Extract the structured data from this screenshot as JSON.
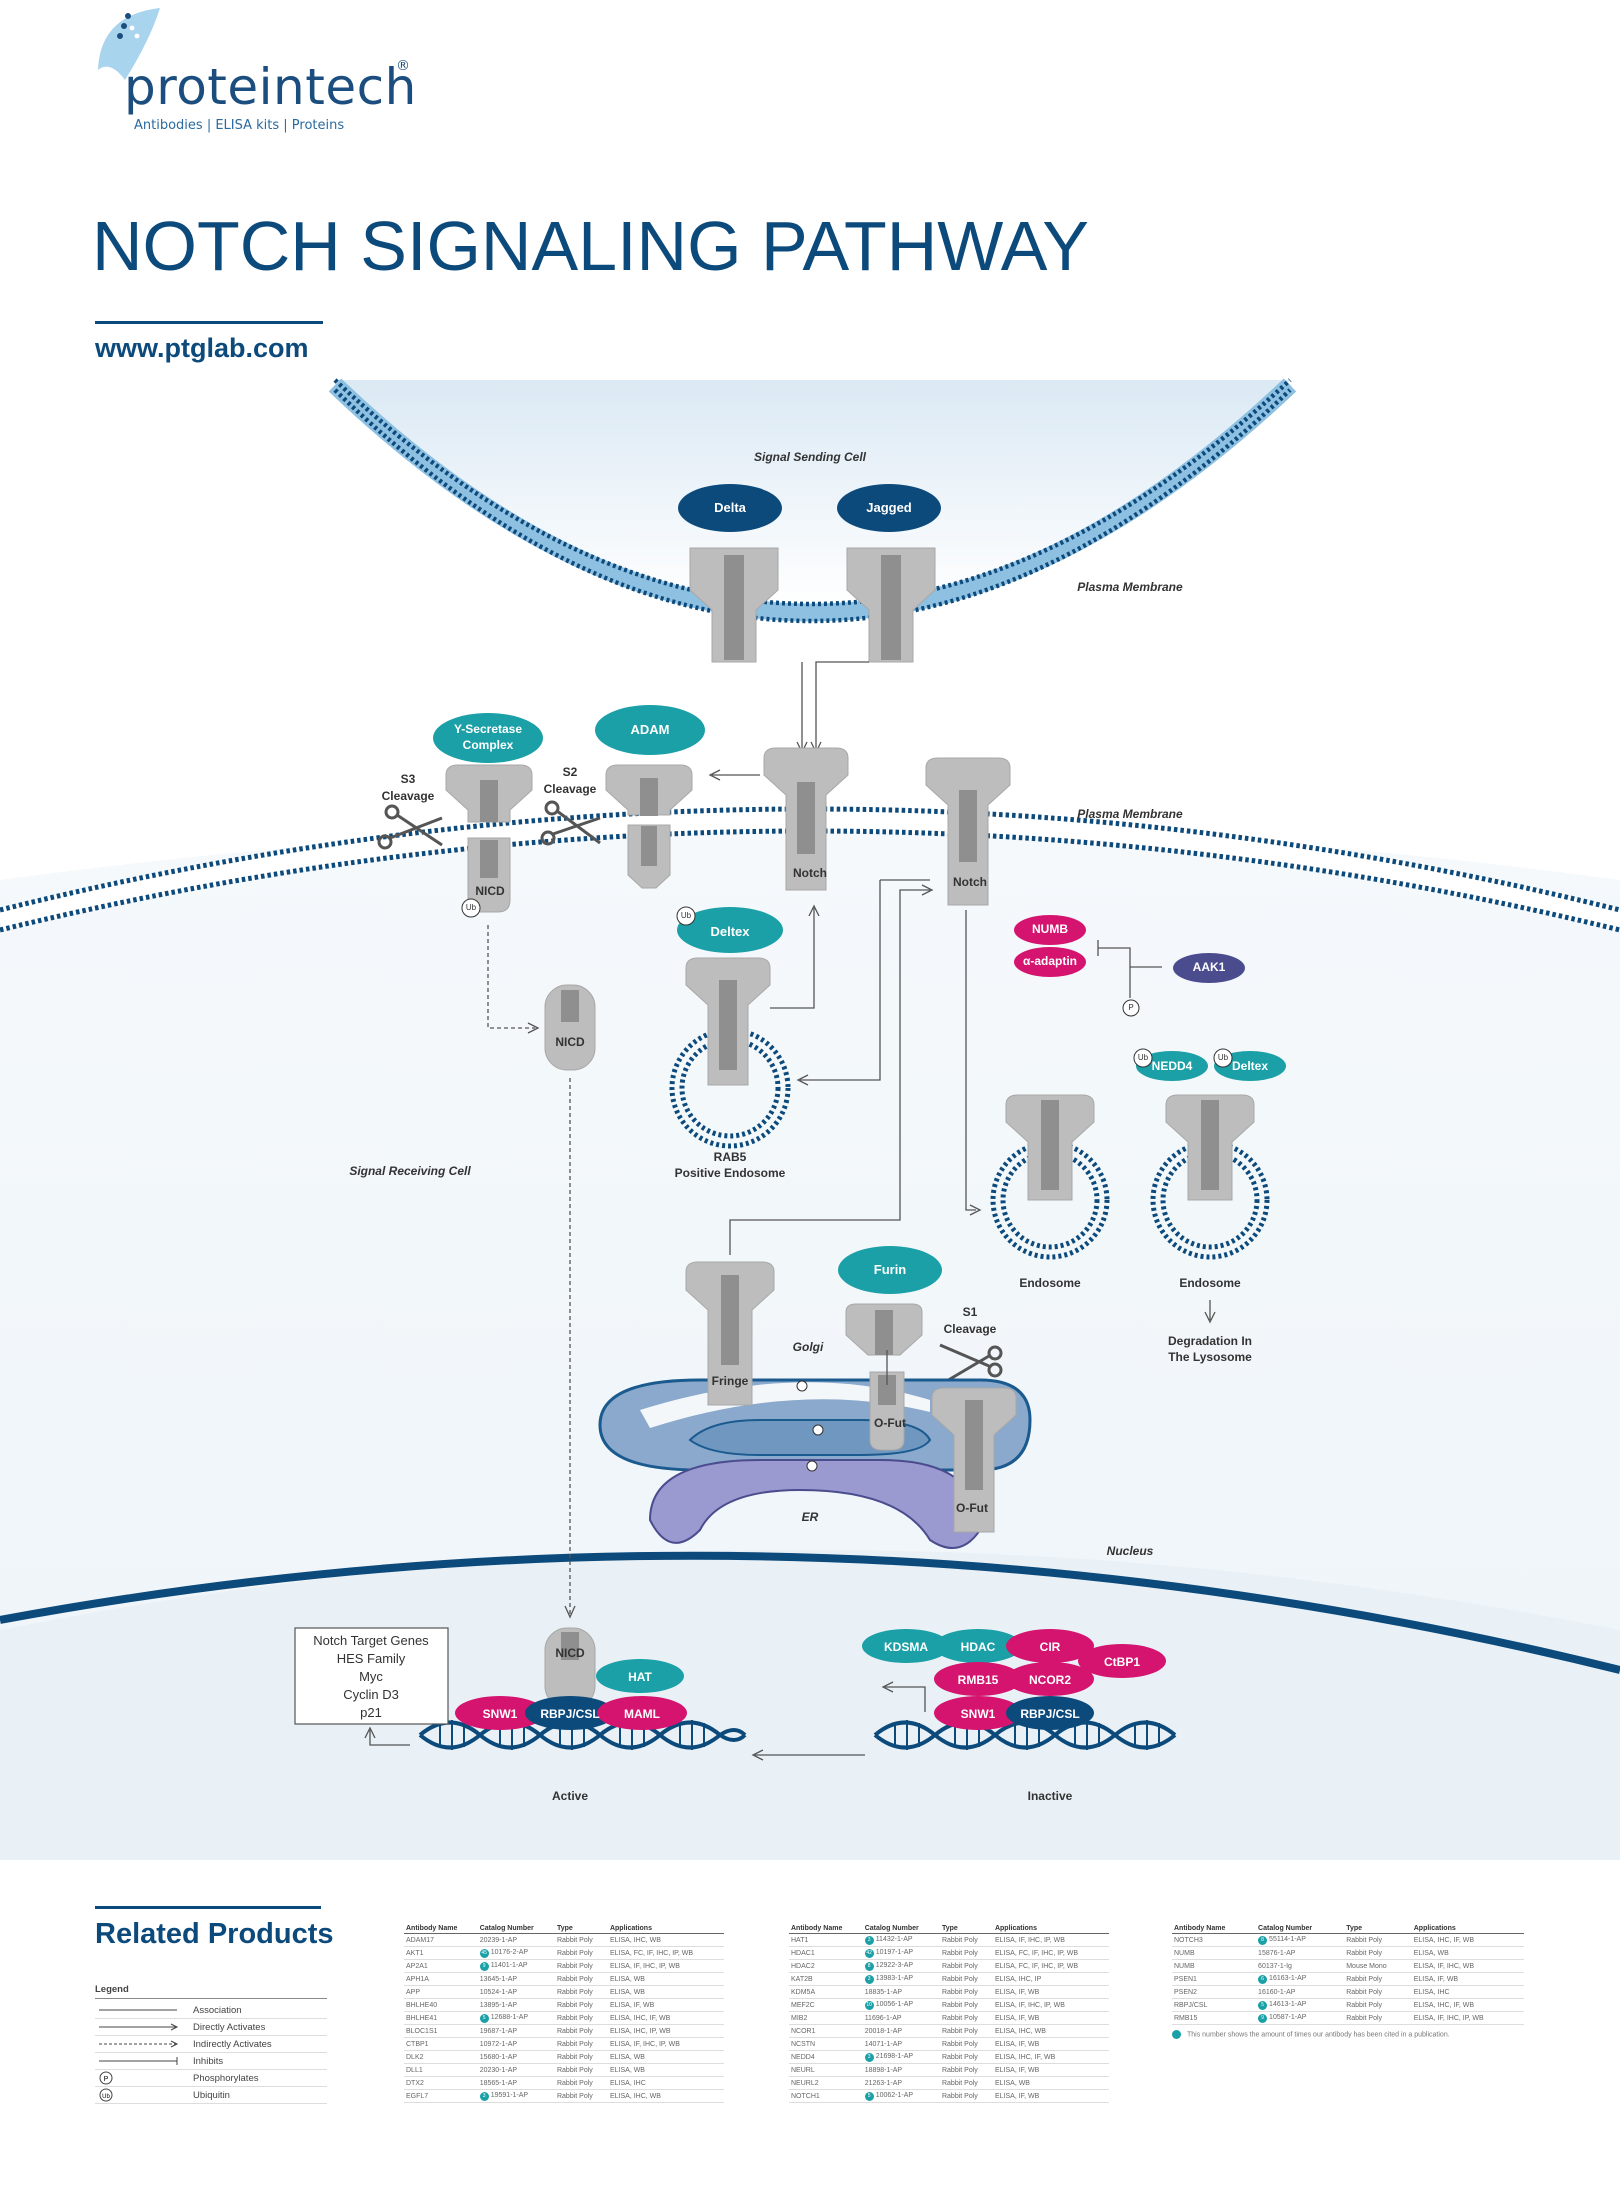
{
  "brand": {
    "name": "proteintech",
    "registered": "®",
    "tagline": "Antibodies  |  ELISA kits  |  Proteins"
  },
  "title": "NOTCH SIGNALING PATHWAY",
  "website": "www.ptglab.com",
  "colors": {
    "navy": "#0d4a7c",
    "teal": "#1aa0a6",
    "magenta": "#d4146e",
    "purple": "#4a4c8e",
    "gray": "#bdbdbd",
    "background_cell": "#f4f9fc"
  },
  "diagram": {
    "regions": {
      "sending_cell": "Signal Sending Cell",
      "membrane_top": "Plasma Membrane",
      "membrane_mid": "Plasma Membrane",
      "receiving_cell": "Signal Receiving Cell",
      "nucleus": "Nucleus",
      "golgi": "Golgi",
      "er": "ER"
    },
    "ligands": {
      "delta": "Delta",
      "jagged": "Jagged"
    },
    "enzymes": {
      "gamma_secretase": [
        "Υ-Secretase",
        "Complex"
      ],
      "adam": "ADAM",
      "deltex": "Deltex",
      "furin": "Furin",
      "numb": "NUMB",
      "alpha_adaptin": "α-adaptin",
      "aak1": "AAK1",
      "nedd4": "NEDD4",
      "deltex2": "Deltex"
    },
    "cleavage": {
      "s3": [
        "S3",
        "Cleavage"
      ],
      "s2": [
        "S2",
        "Cleavage"
      ],
      "s1": [
        "S1",
        "Cleavage"
      ]
    },
    "receptor_labels": {
      "notch1": "Notch",
      "notch2": "Notch",
      "nicd_mem": "NICD",
      "nicd_cyto": "NICD",
      "nicd_nuc": "NICD",
      "fringe": "Fringe",
      "ofut1": "O-Fut",
      "ofut2": "O-Fut"
    },
    "markers": {
      "ub": "Ub",
      "p": "P"
    },
    "endosomes": {
      "rab5": [
        "RAB5",
        "Positive Endosome"
      ],
      "endo1": "Endosome",
      "endo2": "Endosome",
      "degradation": [
        "Degradation In",
        "The Lysosome"
      ]
    },
    "nuclear_active": {
      "factors": [
        "SNW1",
        "RBPJ/CSL",
        "MAML",
        "HAT"
      ],
      "label": "Active"
    },
    "nuclear_inactive": {
      "factors": [
        "KDSMA",
        "HDAC",
        "CIR",
        "CtBP1",
        "RMB15",
        "NCOR2",
        "SNW1",
        "RBPJ/CSL"
      ],
      "label": "Inactive"
    },
    "target_genes": [
      "Notch Target Genes",
      "HES Family",
      "Myc",
      "Cyclin D3",
      "p21"
    ]
  },
  "related_products": {
    "title": "Related Products",
    "legend": {
      "title": "Legend",
      "items": [
        "Association",
        "Directly Activates",
        "Indirectly Activates",
        "Inhibits",
        "Phosphorylates",
        "Ubiquitin"
      ],
      "symbols": [
        "P",
        "Ub"
      ]
    },
    "columns": [
      "Antibody Name",
      "Catalog Number",
      "Type",
      "Applications"
    ],
    "tables": [
      [
        [
          "ADAM17",
          "",
          "20239-1-AP",
          "Rabbit Poly",
          "ELISA, IHC, WB"
        ],
        [
          "AKT1",
          "45",
          "10176-2-AP",
          "Rabbit Poly",
          "ELISA, FC, IF, IHC, IP, WB"
        ],
        [
          "AP2A1",
          "9",
          "11401-1-AP",
          "Rabbit Poly",
          "ELISA, IF, IHC, IP, WB"
        ],
        [
          "APH1A",
          "",
          "13645-1-AP",
          "Rabbit Poly",
          "ELISA, WB"
        ],
        [
          "APP",
          "",
          "10524-1-AP",
          "Rabbit Poly",
          "ELISA, WB"
        ],
        [
          "BHLHE40",
          "",
          "13895-1-AP",
          "Rabbit Poly",
          "ELISA, IF, WB"
        ],
        [
          "BHLHE41",
          "5",
          "12688-1-AP",
          "Rabbit Poly",
          "ELISA, IHC, IF, WB"
        ],
        [
          "BLOC1S1",
          "",
          "19687-1-AP",
          "Rabbit Poly",
          "ELISA, IHC, IP, WB"
        ],
        [
          "CTBP1",
          "",
          "10972-1-AP",
          "Rabbit Poly",
          "ELISA, IF, IHC, IP, WB"
        ],
        [
          "DLK2",
          "",
          "15680-1-AP",
          "Rabbit Poly",
          "ELISA, WB"
        ],
        [
          "DLL1",
          "",
          "20230-1-AP",
          "Rabbit Poly",
          "ELISA, WB"
        ],
        [
          "DTX2",
          "",
          "18565-1-AP",
          "Rabbit Poly",
          "ELISA, IHC"
        ],
        [
          "EGFL7",
          "3",
          "19591-1-AP",
          "Rabbit Poly",
          "ELISA, IHC, WB"
        ]
      ],
      [
        [
          "HAT1",
          "3",
          "11432-1-AP",
          "Rabbit Poly",
          "ELISA, IF, IHC, IP, WB"
        ],
        [
          "HDAC1",
          "42",
          "10197-1-AP",
          "Rabbit Poly",
          "ELISA, FC, IF, IHC, IP, WB"
        ],
        [
          "HDAC2",
          "8",
          "12922-3-AP",
          "Rabbit Poly",
          "ELISA, FC, IF, IHC, IP, WB"
        ],
        [
          "KAT2B",
          "3",
          "13983-1-AP",
          "Rabbit Poly",
          "ELISA, IHC, IP"
        ],
        [
          "KDM5A",
          "",
          "18835-1-AP",
          "Rabbit Poly",
          "ELISA, IF, WB"
        ],
        [
          "MEF2C",
          "10",
          "10056-1-AP",
          "Rabbit Poly",
          "ELISA, IF, IHC, IP, WB"
        ],
        [
          "MIB2",
          "",
          "11696-1-AP",
          "Rabbit Poly",
          "ELISA, IF, WB"
        ],
        [
          "NCOR1",
          "",
          "20018-1-AP",
          "Rabbit Poly",
          "ELISA, IHC, WB"
        ],
        [
          "NCSTN",
          "",
          "14071-1-AP",
          "Rabbit Poly",
          "ELISA, IF, WB"
        ],
        [
          "NEDD4",
          "3",
          "21698-1-AP",
          "Rabbit Poly",
          "ELISA, IHC, IF, WB"
        ],
        [
          "NEURL",
          "",
          "18898-1-AP",
          "Rabbit Poly",
          "ELISA, IF, WB"
        ],
        [
          "NEURL2",
          "",
          "21263-1-AP",
          "Rabbit Poly",
          "ELISA, WB"
        ],
        [
          "NOTCH1",
          "5",
          "10062-1-AP",
          "Rabbit Poly",
          "ELISA, IF, WB"
        ]
      ],
      [
        [
          "NOTCH3",
          "8",
          "55114-1-AP",
          "Rabbit Poly",
          "ELISA, IHC, IF, WB"
        ],
        [
          "NUMB",
          "",
          "15876-1-AP",
          "Rabbit Poly",
          "ELISA, WB"
        ],
        [
          "NUMB",
          "",
          "60137-1-Ig",
          "Mouse Mono",
          "ELISA, IF, IHC, WB"
        ],
        [
          "PSEN1",
          "6",
          "16163-1-AP",
          "Rabbit Poly",
          "ELISA, IF, WB"
        ],
        [
          "PSEN2",
          "",
          "16160-1-AP",
          "Rabbit Poly",
          "ELISA, IHC"
        ],
        [
          "RBPJ/CSL",
          "5",
          "14613-1-AP",
          "Rabbit Poly",
          "ELISA, IHC, IF, WB"
        ],
        [
          "RMB15",
          "9",
          "10587-1-AP",
          "Rabbit Poly",
          "ELISA, IF, IHC, IP, WB"
        ]
      ]
    ],
    "citation_note": "This number shows the amount of times our antibody has been cited in a publication."
  }
}
